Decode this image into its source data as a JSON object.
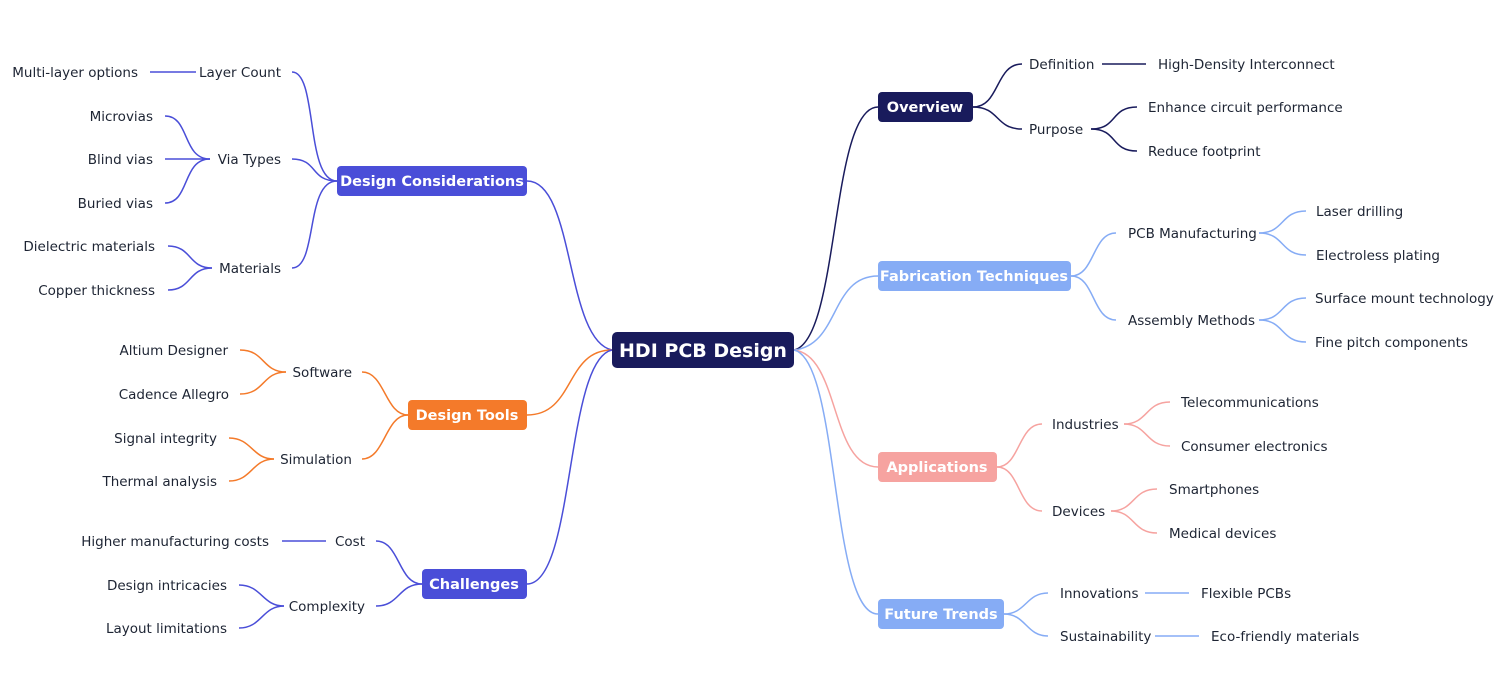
{
  "colors": {
    "center": "#191b5c",
    "overview": "#191b5c",
    "fabrication": "#86acf5",
    "applications": "#f6a3a0",
    "future": "#86acf5",
    "design_considerations": "#4a4ed8",
    "design_tools": "#f47a2a",
    "challenges": "#4a4ed8",
    "text": "#1d2433"
  },
  "center": {
    "label": "HDI PCB Design"
  },
  "branches": {
    "overview": {
      "label": "Overview",
      "children": [
        {
          "label": "Definition",
          "children": [
            "High-Density Interconnect"
          ]
        },
        {
          "label": "Purpose",
          "children": [
            "Enhance circuit performance",
            "Reduce footprint"
          ]
        }
      ]
    },
    "fabrication": {
      "label": "Fabrication Techniques",
      "children": [
        {
          "label": "PCB Manufacturing",
          "children": [
            "Laser drilling",
            "Electroless plating"
          ]
        },
        {
          "label": "Assembly Methods",
          "children": [
            "Surface mount technology",
            "Fine pitch components"
          ]
        }
      ]
    },
    "applications": {
      "label": "Applications",
      "children": [
        {
          "label": "Industries",
          "children": [
            "Telecommunications",
            "Consumer electronics"
          ]
        },
        {
          "label": "Devices",
          "children": [
            "Smartphones",
            "Medical devices"
          ]
        }
      ]
    },
    "future": {
      "label": "Future Trends",
      "children": [
        {
          "label": "Innovations",
          "children": [
            "Flexible PCBs"
          ]
        },
        {
          "label": "Sustainability",
          "children": [
            "Eco-friendly materials"
          ]
        }
      ]
    },
    "design_considerations": {
      "label": "Design Considerations",
      "children": [
        {
          "label": "Layer Count",
          "children": [
            "Multi-layer options"
          ]
        },
        {
          "label": "Via Types",
          "children": [
            "Microvias",
            "Blind vias",
            "Buried vias"
          ]
        },
        {
          "label": "Materials",
          "children": [
            "Dielectric materials",
            "Copper thickness"
          ]
        }
      ]
    },
    "design_tools": {
      "label": "Design Tools",
      "children": [
        {
          "label": "Software",
          "children": [
            "Altium Designer",
            "Cadence Allegro"
          ]
        },
        {
          "label": "Simulation",
          "children": [
            "Signal integrity",
            "Thermal analysis"
          ]
        }
      ]
    },
    "challenges": {
      "label": "Challenges",
      "children": [
        {
          "label": "Cost",
          "children": [
            "Higher manufacturing costs"
          ]
        },
        {
          "label": "Complexity",
          "children": [
            "Design intricacies",
            "Layout limitations"
          ]
        }
      ]
    }
  }
}
